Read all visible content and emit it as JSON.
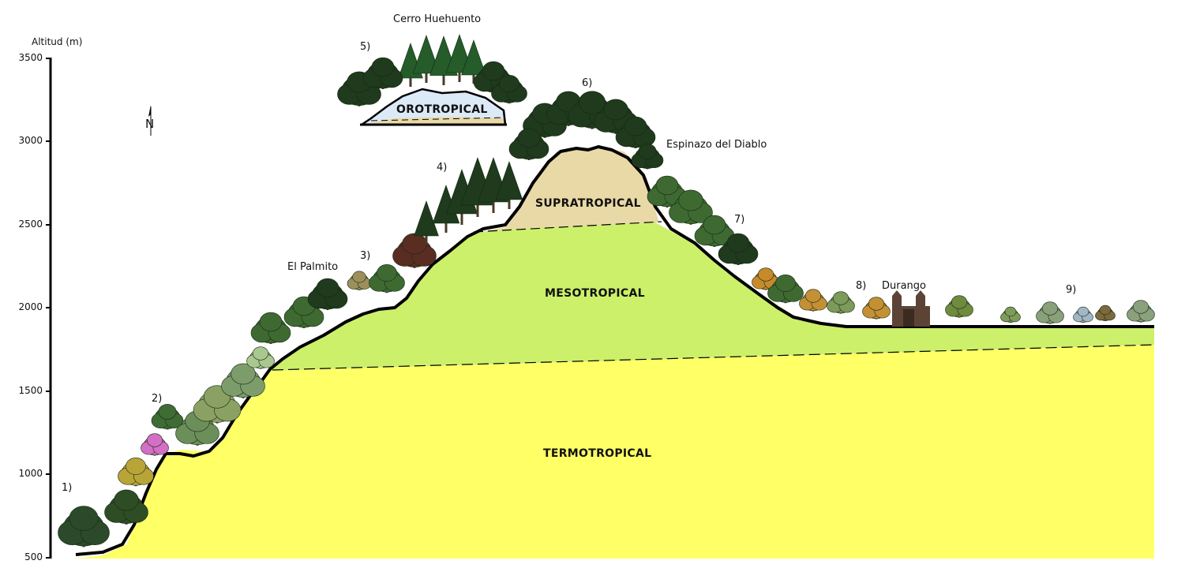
{
  "axis": {
    "title": "Altitud (m)",
    "ticks": [
      "3500",
      "3000",
      "2500",
      "2000",
      "1500",
      "1000",
      "500"
    ]
  },
  "compass": {
    "label": "N"
  },
  "zones": {
    "orotropical": "OROTROPICAL",
    "supratropical": "SUPRATROPICAL",
    "mesotropical": "MESOTROPICAL",
    "termotropical": "TERMOTROPICAL"
  },
  "places": {
    "cerro": "Cerro Huehuento",
    "espinazo": "Espinazo del Diablo",
    "palmito": "El Palmito",
    "durango": "Durango"
  },
  "markers": [
    "1)",
    "2)",
    "3)",
    "4)",
    "5)",
    "6)",
    "7)",
    "8)",
    "9)"
  ],
  "colors": {
    "termotropical": "#ffff66",
    "mesotropical": "#ccf06a",
    "supratropical": "#e8d9a6",
    "orotropical": "#dce9f7",
    "outline": "#000000",
    "tree_dark": "#1f3a1c",
    "tree_mid": "#3e6a32",
    "tree_light": "#6e9a4c"
  }
}
